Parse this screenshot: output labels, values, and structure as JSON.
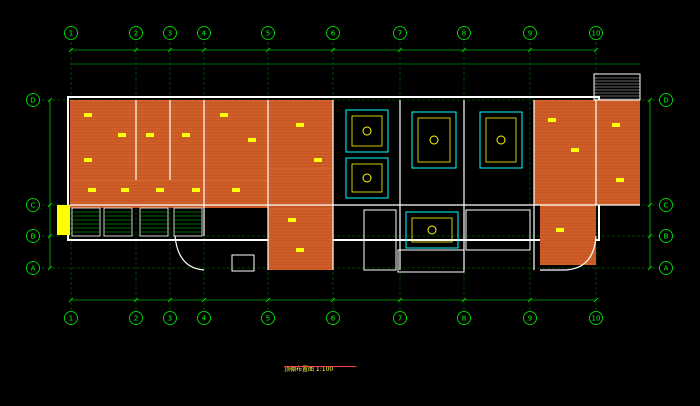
{
  "drawing": {
    "title": "顶棚布置图 1:100",
    "colors": {
      "background": "#000000",
      "wall": "#ffffff",
      "axis": "#00ff00",
      "dimension": "#00ff00",
      "wood_floor": "#d2602a",
      "wood_line": "#a84010",
      "lamp": "#ffff00",
      "ceiling_outline": "#00ffff",
      "gridline": "#00a000",
      "accent": "#ff4040"
    },
    "axes": {
      "numbered": [
        "1",
        "2",
        "3",
        "4",
        "5",
        "6",
        "7",
        "8",
        "9",
        "10"
      ],
      "lettered": [
        "D",
        "C",
        "B",
        "A"
      ]
    }
  }
}
